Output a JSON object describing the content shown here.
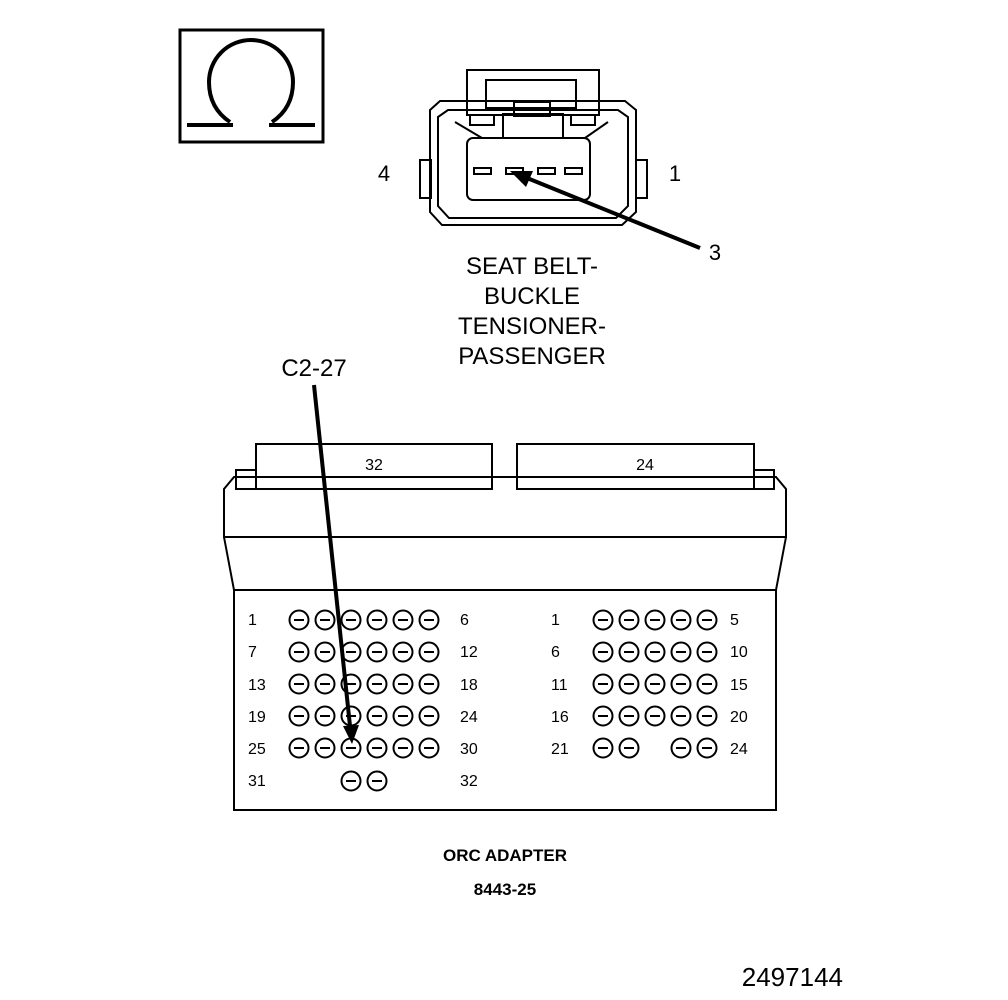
{
  "connector": {
    "pin_left": "4",
    "pin_right": "1",
    "callout_pin": "3",
    "name_lines": [
      "SEAT BELT-",
      "BUCKLE",
      "TENSIONER-",
      "PASSENGER"
    ]
  },
  "adapter": {
    "callout": "C2-27",
    "left_block_label": "32",
    "right_block_label": "24",
    "left_rows": [
      {
        "start": "1",
        "end": "6"
      },
      {
        "start": "7",
        "end": "12"
      },
      {
        "start": "13",
        "end": "18"
      },
      {
        "start": "19",
        "end": "24"
      },
      {
        "start": "25",
        "end": "30"
      },
      {
        "start": "31",
        "end": "32"
      }
    ],
    "right_rows": [
      {
        "start": "1",
        "end": "5"
      },
      {
        "start": "6",
        "end": "10"
      },
      {
        "start": "11",
        "end": "15"
      },
      {
        "start": "16",
        "end": "20"
      },
      {
        "start": "21",
        "end": "24"
      }
    ],
    "name": "ORC ADAPTER",
    "part_number": "8443-25"
  },
  "figure_id": "2497144",
  "icons": {
    "meter": "ohm-symbol-icon"
  }
}
